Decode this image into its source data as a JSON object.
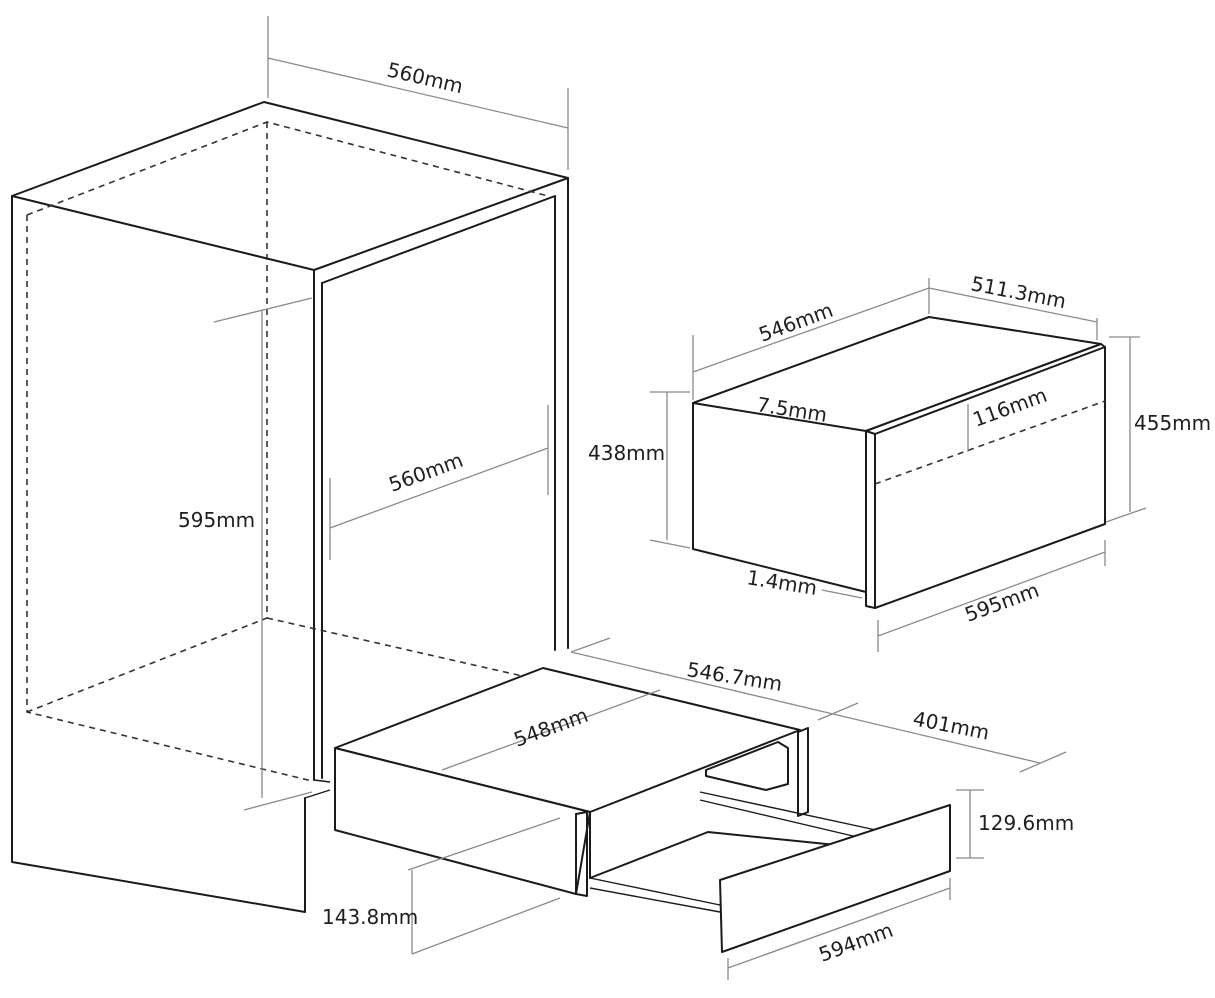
{
  "dimensions": {
    "cabinet_depth": "560mm",
    "cabinet_height": "595mm",
    "cabinet_width": "560mm",
    "oven_depth": "546mm",
    "oven_body_width": "511.3mm",
    "oven_height": "455mm",
    "oven_body_height": "438mm",
    "oven_frame_depth": "7.5mm",
    "oven_panel_depth": "116mm",
    "oven_gap": "1.4mm",
    "oven_width": "595mm",
    "drawer_depth": "546.7mm",
    "drawer_width_inner": "548mm",
    "drawer_open": "401mm",
    "drawer_front_height": "129.6mm",
    "drawer_body_height": "143.8mm",
    "drawer_front_width": "594mm"
  }
}
